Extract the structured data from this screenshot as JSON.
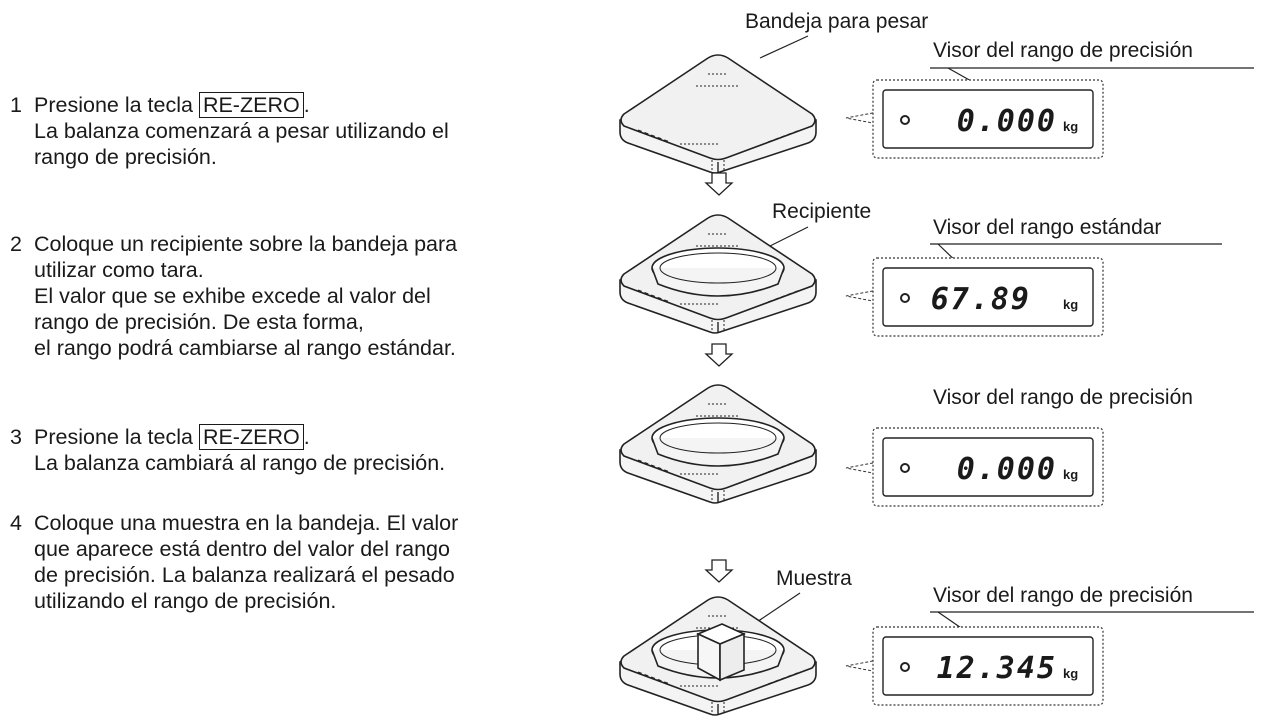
{
  "steps": [
    {
      "num": "1",
      "lines": [
        "Presione la tecla ",
        "La balanza comenzará a pesar utilizando el",
        "rango de precisión."
      ],
      "key": "RE-ZERO",
      "after_key": "."
    },
    {
      "num": "2",
      "lines": [
        "Coloque un recipiente sobre la bandeja para",
        "utilizar como tara.",
        "El valor que se exhibe excede al valor del",
        "rango de precisión. De esta forma,",
        "el rango  podrá cambiarse al rango estándar."
      ]
    },
    {
      "num": "3",
      "lines": [
        "Presione la tecla ",
        "La balanza cambiará al rango de precisión."
      ],
      "key": "RE-ZERO",
      "after_key": "."
    },
    {
      "num": "4",
      "lines": [
        "Coloque una muestra en la bandeja. El valor",
        "que aparece está dentro del valor del rango",
        "de precisión. La balanza realizará el pesado",
        "utilizando el rango de precisión."
      ]
    }
  ],
  "figure": {
    "labels": {
      "tray": "Bandeja para pesar",
      "container": "Recipiente",
      "sample": "Muestra"
    },
    "displays": [
      {
        "caption": "Visor del rango de precisión",
        "value": "0.000",
        "unit": "kg"
      },
      {
        "caption": "Visor del rango estándar",
        "value": "67.89",
        "unit": "kg"
      },
      {
        "caption": "Visor del rango de precisión",
        "value": "0.000",
        "unit": "kg"
      },
      {
        "caption": "Visor del rango de precisión",
        "value": "12.345",
        "unit": "kg"
      }
    ]
  }
}
